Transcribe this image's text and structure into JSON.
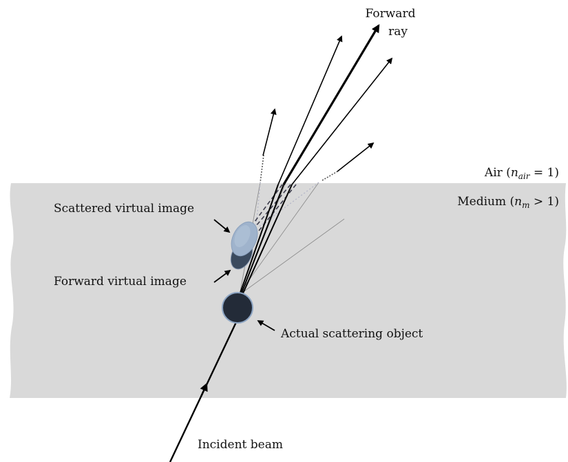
{
  "labels": {
    "forward_ray_line1": "Forward",
    "forward_ray_line2": "ray",
    "air_prefix": "Air (",
    "air_symbol": "n",
    "air_subscript": "air",
    "air_suffix": " = 1)",
    "medium_prefix": "Medium (",
    "medium_symbol": "n",
    "medium_subscript": "m",
    "medium_suffix": " > 1)",
    "scattered_virtual_image": "Scattered virtual image",
    "forward_virtual_image": "Forward virtual image",
    "actual_scattering_object": "Actual scattering object",
    "incident_beam": "Incident beam"
  },
  "colors": {
    "medium_fill": "#d9d9d9",
    "object_fill": "#232b38",
    "object_stroke": "#8ea6c4",
    "scattered_image_fill": "#9fb3cc",
    "forward_image_fill": "#3b4a5e",
    "ray": "#000000",
    "faint_ray": "#9a9a9a",
    "dotted_ray": "#b8b8c8"
  }
}
